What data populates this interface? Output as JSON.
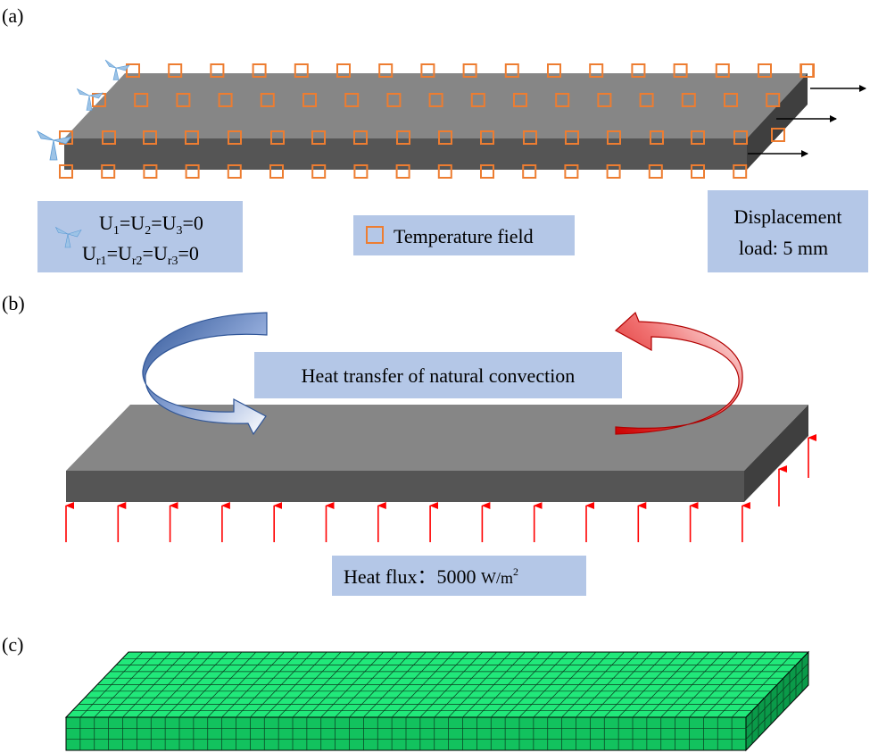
{
  "panels": {
    "a": {
      "label": "(a)",
      "fixed_box": {
        "line1": {
          "U": "U",
          "s1": "1",
          "eq1": "=U",
          "s2": "2",
          "eq2": "=U",
          "s3": "3",
          "tail": "=0"
        },
        "line2": {
          "U": "U",
          "s1": "r1",
          "eq1": "=U",
          "s2": "r2",
          "eq2": "=U",
          "s3": "r3",
          "tail": "=0"
        }
      },
      "temperature_legend": "Temperature field",
      "displacement_line1": "Displacement",
      "displacement_line2": "load: 5 mm"
    },
    "b": {
      "label": "(b)",
      "convection_label": "Heat transfer of natural convection",
      "heat_flux_label": "Heat flux：5000 ",
      "heat_flux_unit": "W/m",
      "heat_flux_unit_sup": "2"
    },
    "c": {
      "label": "(c)"
    }
  },
  "colors": {
    "plate_top": "#868686",
    "plate_front": "#555555",
    "plate_side": "#3f3f3f",
    "label_box": "#b4c7e7",
    "temperature_marker": "#ed7d31",
    "constraint_icon": "#9dc3e6",
    "heat_flux_arrow": "#ff0000",
    "convection_blue": "#2f5597",
    "convection_red": "#e00000",
    "mesh_top": "#21e87a",
    "mesh_front": "#12c25e",
    "mesh_side": "#0a9a49"
  },
  "icons": [
    "fixed-constraint-icon",
    "temperature-marker-icon",
    "displacement-arrow-icon",
    "heat-flux-arrow-icon",
    "convection-arrow-icon"
  ]
}
